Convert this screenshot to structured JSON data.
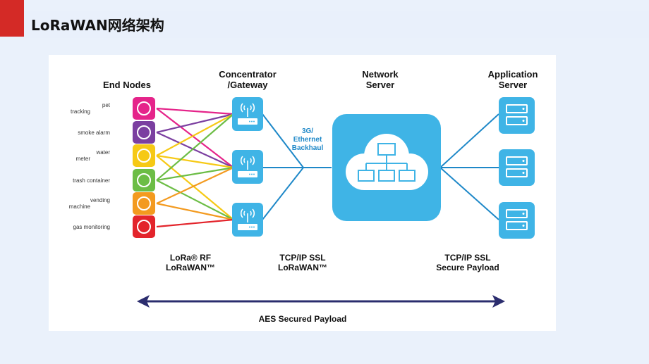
{
  "page": {
    "title": "LoRaWAN网络架构"
  },
  "headers": {
    "end_nodes": "End Nodes",
    "gateway_line1": "Concentrator",
    "gateway_line2": "/Gateway",
    "server_line1": "Network",
    "server_line2": "Server",
    "app_line1": "Application",
    "app_line2": "Server"
  },
  "nodes": [
    {
      "label_line1": "pet",
      "label_line2": "tracking",
      "color": "#e5248a",
      "icon": "paw-icon"
    },
    {
      "label_line1": "smoke alarm",
      "label_line2": "",
      "color": "#7b3fa0",
      "icon": "smoke-alarm-icon"
    },
    {
      "label_line1": "water",
      "label_line2": "meter",
      "color": "#f6c915",
      "icon": "water-meter-icon"
    },
    {
      "label_line1": "trash container",
      "label_line2": "",
      "color": "#6cbd45",
      "icon": "trash-icon"
    },
    {
      "label_line1": "vending",
      "label_line2": "machine",
      "color": "#f39a1f",
      "icon": "vending-machine-icon"
    },
    {
      "label_line1": "gas monitoring",
      "label_line2": "",
      "color": "#e3242b",
      "icon": "gas-tank-icon"
    }
  ],
  "backhaul": {
    "line1": "3G/",
    "line2": "Ethernet",
    "line3": "Backhaul"
  },
  "protocols": {
    "rf_line1": "LoRa® RF",
    "rf_line2": "LoRaWAN™",
    "tcp_line1": "TCP/IP SSL",
    "tcp_line2": "LoRaWAN™",
    "secure_line1": "TCP/IP SSL",
    "secure_line2": "Secure Payload"
  },
  "aes": {
    "label": "AES Secured Payload"
  },
  "colors": {
    "accent_red": "#d42a26",
    "sky_blue": "#3fb4e6",
    "link_blue": "#1e88c8",
    "arrow_navy": "#2b2d6e"
  }
}
